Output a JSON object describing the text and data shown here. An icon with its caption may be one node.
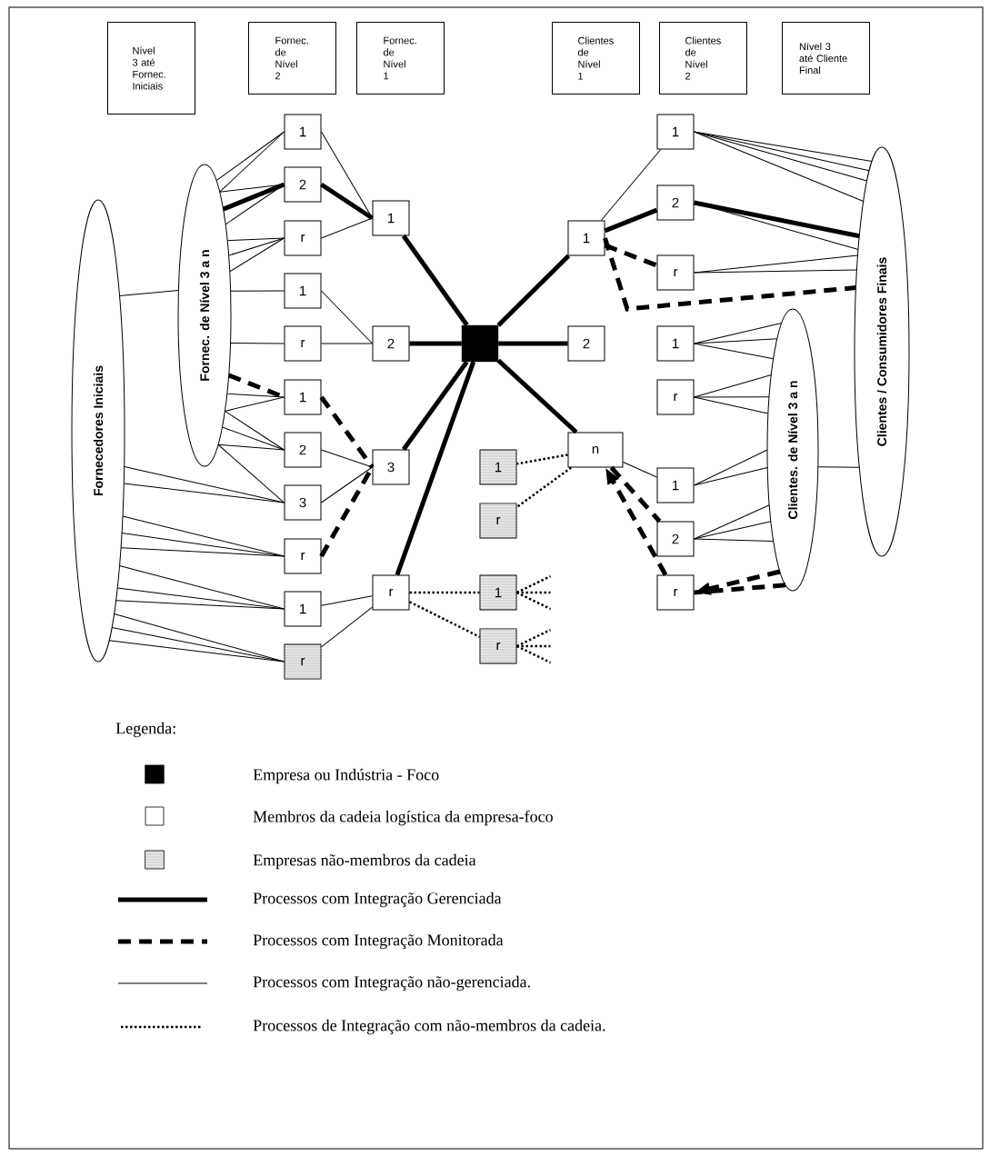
{
  "diagram": {
    "nodes": [
      {
        "text": [
          "Nível 3 até Fornec. Iniciais"
        ]
      },
      {
        "text": [
          "Fornec. de Nível 2"
        ]
      },
      {
        "text": [
          "Fornec. de Nível 1"
        ]
      },
      {
        "text": [
          "Clientes de Nível 1"
        ]
      },
      {
        "text": [
          "Clientes de Nível 2"
        ]
      },
      {
        "text": [
          "Nível 3 até Cliente Final"
        ]
      },
      {
        "text": [
          "Fornecedores Iniciais"
        ]
      },
      {
        "text": [
          "Fornec. de Nível 3 a n"
        ]
      },
      {
        "text": [
          "1"
        ]
      },
      {
        "text": [
          "2"
        ]
      },
      {
        "text": [
          "r"
        ]
      },
      {
        "text": [
          "1"
        ]
      },
      {
        "text": [
          "r"
        ]
      },
      {
        "text": [
          "1"
        ]
      },
      {
        "text": [
          "2"
        ]
      },
      {
        "text": [
          "3"
        ]
      },
      {
        "text": [
          "r"
        ]
      },
      {
        "text": [
          "1"
        ]
      },
      {
        "text": [
          "r"
        ]
      },
      {
        "text": [
          "1"
        ]
      },
      {
        "text": [
          "2"
        ]
      },
      {
        "text": [
          "3"
        ]
      },
      {
        "text": [
          "r"
        ]
      },
      {
        "text": [],
        "shape": "box"
      },
      {
        "text": [
          "1"
        ]
      },
      {
        "text": [
          "2"
        ]
      },
      {
        "text": [
          "n"
        ]
      },
      {
        "text": [
          "1"
        ]
      },
      {
        "text": [
          "r"
        ]
      },
      {
        "text": [
          "1"
        ]
      },
      {
        "text": [
          "r"
        ]
      },
      {
        "text": [
          "1"
        ]
      },
      {
        "text": [
          "2"
        ]
      },
      {
        "text": [
          "r"
        ]
      },
      {
        "text": [
          "1"
        ]
      },
      {
        "text": [
          "r"
        ]
      },
      {
        "text": [
          "1"
        ]
      },
      {
        "text": [
          "2"
        ]
      },
      {
        "text": [
          "r"
        ]
      },
      {
        "text": [
          "Clientes / Consumidores Finais"
        ]
      },
      {
        "text": [
          "Clientes. de Nível 3 a n"
        ]
      }
    ],
    "edges": [
      {
        "from": 7,
        "to": 8,
        "arrow": "none"
      },
      {
        "from": 7,
        "to": 8,
        "arrow": "none"
      },
      {
        "from": 7,
        "to": 9,
        "arrow": "none"
      },
      {
        "from": 7,
        "to": 9,
        "arrow": "none",
        "style": "thick"
      },
      {
        "from": 7,
        "to": 9,
        "arrow": "none"
      },
      {
        "from": 7,
        "to": 10,
        "arrow": "none"
      },
      {
        "from": 7,
        "to": 10,
        "arrow": "none"
      },
      {
        "from": 7,
        "to": 10,
        "arrow": "none"
      },
      {
        "from": 6,
        "to": 7,
        "arrow": "none"
      },
      {
        "from": 7,
        "to": 11,
        "arrow": "none"
      },
      {
        "from": 7,
        "to": 12,
        "arrow": "none"
      },
      {
        "from": 7,
        "to": 13,
        "arrow": "none",
        "style": "dashed"
      },
      {
        "from": 7,
        "to": 13,
        "arrow": "none"
      },
      {
        "from": 7,
        "to": 13,
        "arrow": "none"
      },
      {
        "from": 7,
        "to": 14,
        "arrow": "none"
      },
      {
        "from": 7,
        "to": 14,
        "arrow": "none"
      },
      {
        "from": 7,
        "to": 14,
        "arrow": "none"
      },
      {
        "from": 7,
        "to": 15,
        "arrow": "none"
      },
      {
        "from": 6,
        "to": 15,
        "arrow": "none"
      },
      {
        "from": 6,
        "to": 15,
        "arrow": "none"
      },
      {
        "from": 6,
        "to": 16,
        "arrow": "none"
      },
      {
        "from": 6,
        "to": 16,
        "arrow": "none"
      },
      {
        "from": 6,
        "to": 16,
        "arrow": "none"
      },
      {
        "from": 6,
        "to": 17,
        "arrow": "none"
      },
      {
        "from": 6,
        "to": 17,
        "arrow": "none"
      },
      {
        "from": 6,
        "to": 17,
        "arrow": "none"
      },
      {
        "from": 6,
        "to": 18,
        "arrow": "none"
      },
      {
        "from": 6,
        "to": 18,
        "arrow": "none"
      },
      {
        "from": 6,
        "to": 18,
        "arrow": "none"
      },
      {
        "from": 8,
        "to": 19,
        "arrow": "none"
      },
      {
        "from": 9,
        "to": 19,
        "arrow": "none",
        "style": "thick"
      },
      {
        "from": 10,
        "to": 19,
        "arrow": "none"
      },
      {
        "from": 11,
        "to": 20,
        "arrow": "none"
      },
      {
        "from": 12,
        "to": 20,
        "arrow": "none"
      },
      {
        "from": 13,
        "to": 21,
        "arrow": "none",
        "style": "dashed"
      },
      {
        "from": 14,
        "to": 21,
        "arrow": "none"
      },
      {
        "from": 15,
        "to": 21,
        "arrow": "none"
      },
      {
        "from": 16,
        "to": 21,
        "arrow": "none",
        "style": "dashed"
      },
      {
        "from": 17,
        "to": 22,
        "arrow": "none"
      },
      {
        "from": 18,
        "to": 22,
        "arrow": "none"
      },
      {
        "from": 19,
        "to": 23,
        "arrow": "none",
        "style": "thick"
      },
      {
        "from": 20,
        "to": 23,
        "arrow": "none",
        "style": "thick"
      },
      {
        "from": 21,
        "to": 23,
        "arrow": "none",
        "style": "thick"
      },
      {
        "from": 22,
        "to": 23,
        "arrow": "none",
        "style": "thick"
      },
      {
        "from": 23,
        "to": 24,
        "arrow": "none",
        "style": "thick"
      },
      {
        "from": 23,
        "to": 25,
        "arrow": "none",
        "style": "thick"
      },
      {
        "from": 23,
        "to": 26,
        "arrow": "none",
        "style": "thick"
      },
      {
        "from": 26,
        "to": 27,
        "arrow": "none",
        "style": "dashed"
      },
      {
        "from": 26,
        "to": 28,
        "arrow": "none",
        "style": "dashed"
      },
      {
        "from": 22,
        "to": 29,
        "arrow": "none",
        "style": "dashed"
      },
      {
        "from": 22,
        "to": 30,
        "arrow": "none",
        "style": "dashed"
      },
      {
        "from": 29,
        "to": null,
        "arrow": "none",
        "style": "dashed"
      },
      {
        "from": 29,
        "to": null,
        "arrow": "none",
        "style": "dashed"
      },
      {
        "from": 29,
        "to": null,
        "arrow": "none",
        "style": "dashed"
      },
      {
        "from": 30,
        "to": null,
        "arrow": "none",
        "style": "dashed"
      },
      {
        "from": 30,
        "to": null,
        "arrow": "none",
        "style": "dashed"
      },
      {
        "from": 30,
        "to": null,
        "arrow": "none",
        "style": "dashed"
      },
      {
        "from": 24,
        "to": 31,
        "arrow": "none"
      },
      {
        "from": 24,
        "to": 32,
        "arrow": "none",
        "style": "thick"
      },
      {
        "from": 24,
        "to": 33,
        "arrow": "none",
        "style": "dashed"
      },
      {
        "from": 24,
        "to": 39,
        "arrow": "none",
        "style": "dashed"
      },
      {
        "from": 31,
        "to": 39,
        "arrow": "none"
      },
      {
        "from": 31,
        "to": 39,
        "arrow": "none"
      },
      {
        "from": 31,
        "to": 39,
        "arrow": "none"
      },
      {
        "from": 31,
        "to": 39,
        "arrow": "none"
      },
      {
        "from": 32,
        "to": 39,
        "arrow": "none",
        "style": "thick"
      },
      {
        "from": 32,
        "to": 39,
        "arrow": "none"
      },
      {
        "from": 33,
        "to": 39,
        "arrow": "none"
      },
      {
        "from": 33,
        "to": 39,
        "arrow": "none"
      },
      {
        "from": 26,
        "to": 36,
        "arrow": "none"
      },
      {
        "from": 34,
        "to": 40,
        "arrow": "none"
      },
      {
        "from": 34,
        "to": 40,
        "arrow": "none"
      },
      {
        "from": 34,
        "to": 40,
        "arrow": "none"
      },
      {
        "from": 35,
        "to": 40,
        "arrow": "none"
      },
      {
        "from": 35,
        "to": 40,
        "arrow": "none"
      },
      {
        "from": 35,
        "to": 40,
        "arrow": "none"
      },
      {
        "from": 40,
        "to": 39,
        "arrow": "none"
      },
      {
        "from": 36,
        "to": 40,
        "arrow": "none"
      },
      {
        "from": 36,
        "to": 40,
        "arrow": "none"
      },
      {
        "from": 37,
        "to": 40,
        "arrow": "none"
      },
      {
        "from": 37,
        "to": 40,
        "arrow": "none"
      },
      {
        "from": 37,
        "to": 40,
        "arrow": "none"
      },
      {
        "from": 38,
        "to": 26,
        "arrow": "to",
        "style": "dashed"
      },
      {
        "from": 26,
        "to": 37,
        "arrow": "none",
        "style": "dashed"
      },
      {
        "from": 40,
        "to": 38,
        "arrow": "to",
        "style": "dashed"
      },
      {
        "from": 40,
        "to": 38,
        "arrow": "none",
        "style": "dashed"
      }
    ],
    "labels": [
      "Legenda:"
    ],
    "legend": [
      {
        "text": "Empresa ou Indústria - Foco",
        "color": "#000000"
      },
      {
        "text": "Membros da cadeia logística da empresa-foco"
      },
      {
        "text": "Empresas não-membros da cadeia",
        "color": "#d9d9d9"
      },
      {
        "text": "Processos com Integração Gerenciada"
      },
      {
        "text": "Processos com Integração Monitorada"
      },
      {
        "text": "Processos com Integração não-gerenciada."
      },
      {
        "text": "Processos de Integração com não-membros da cadeia."
      }
    ]
  }
}
